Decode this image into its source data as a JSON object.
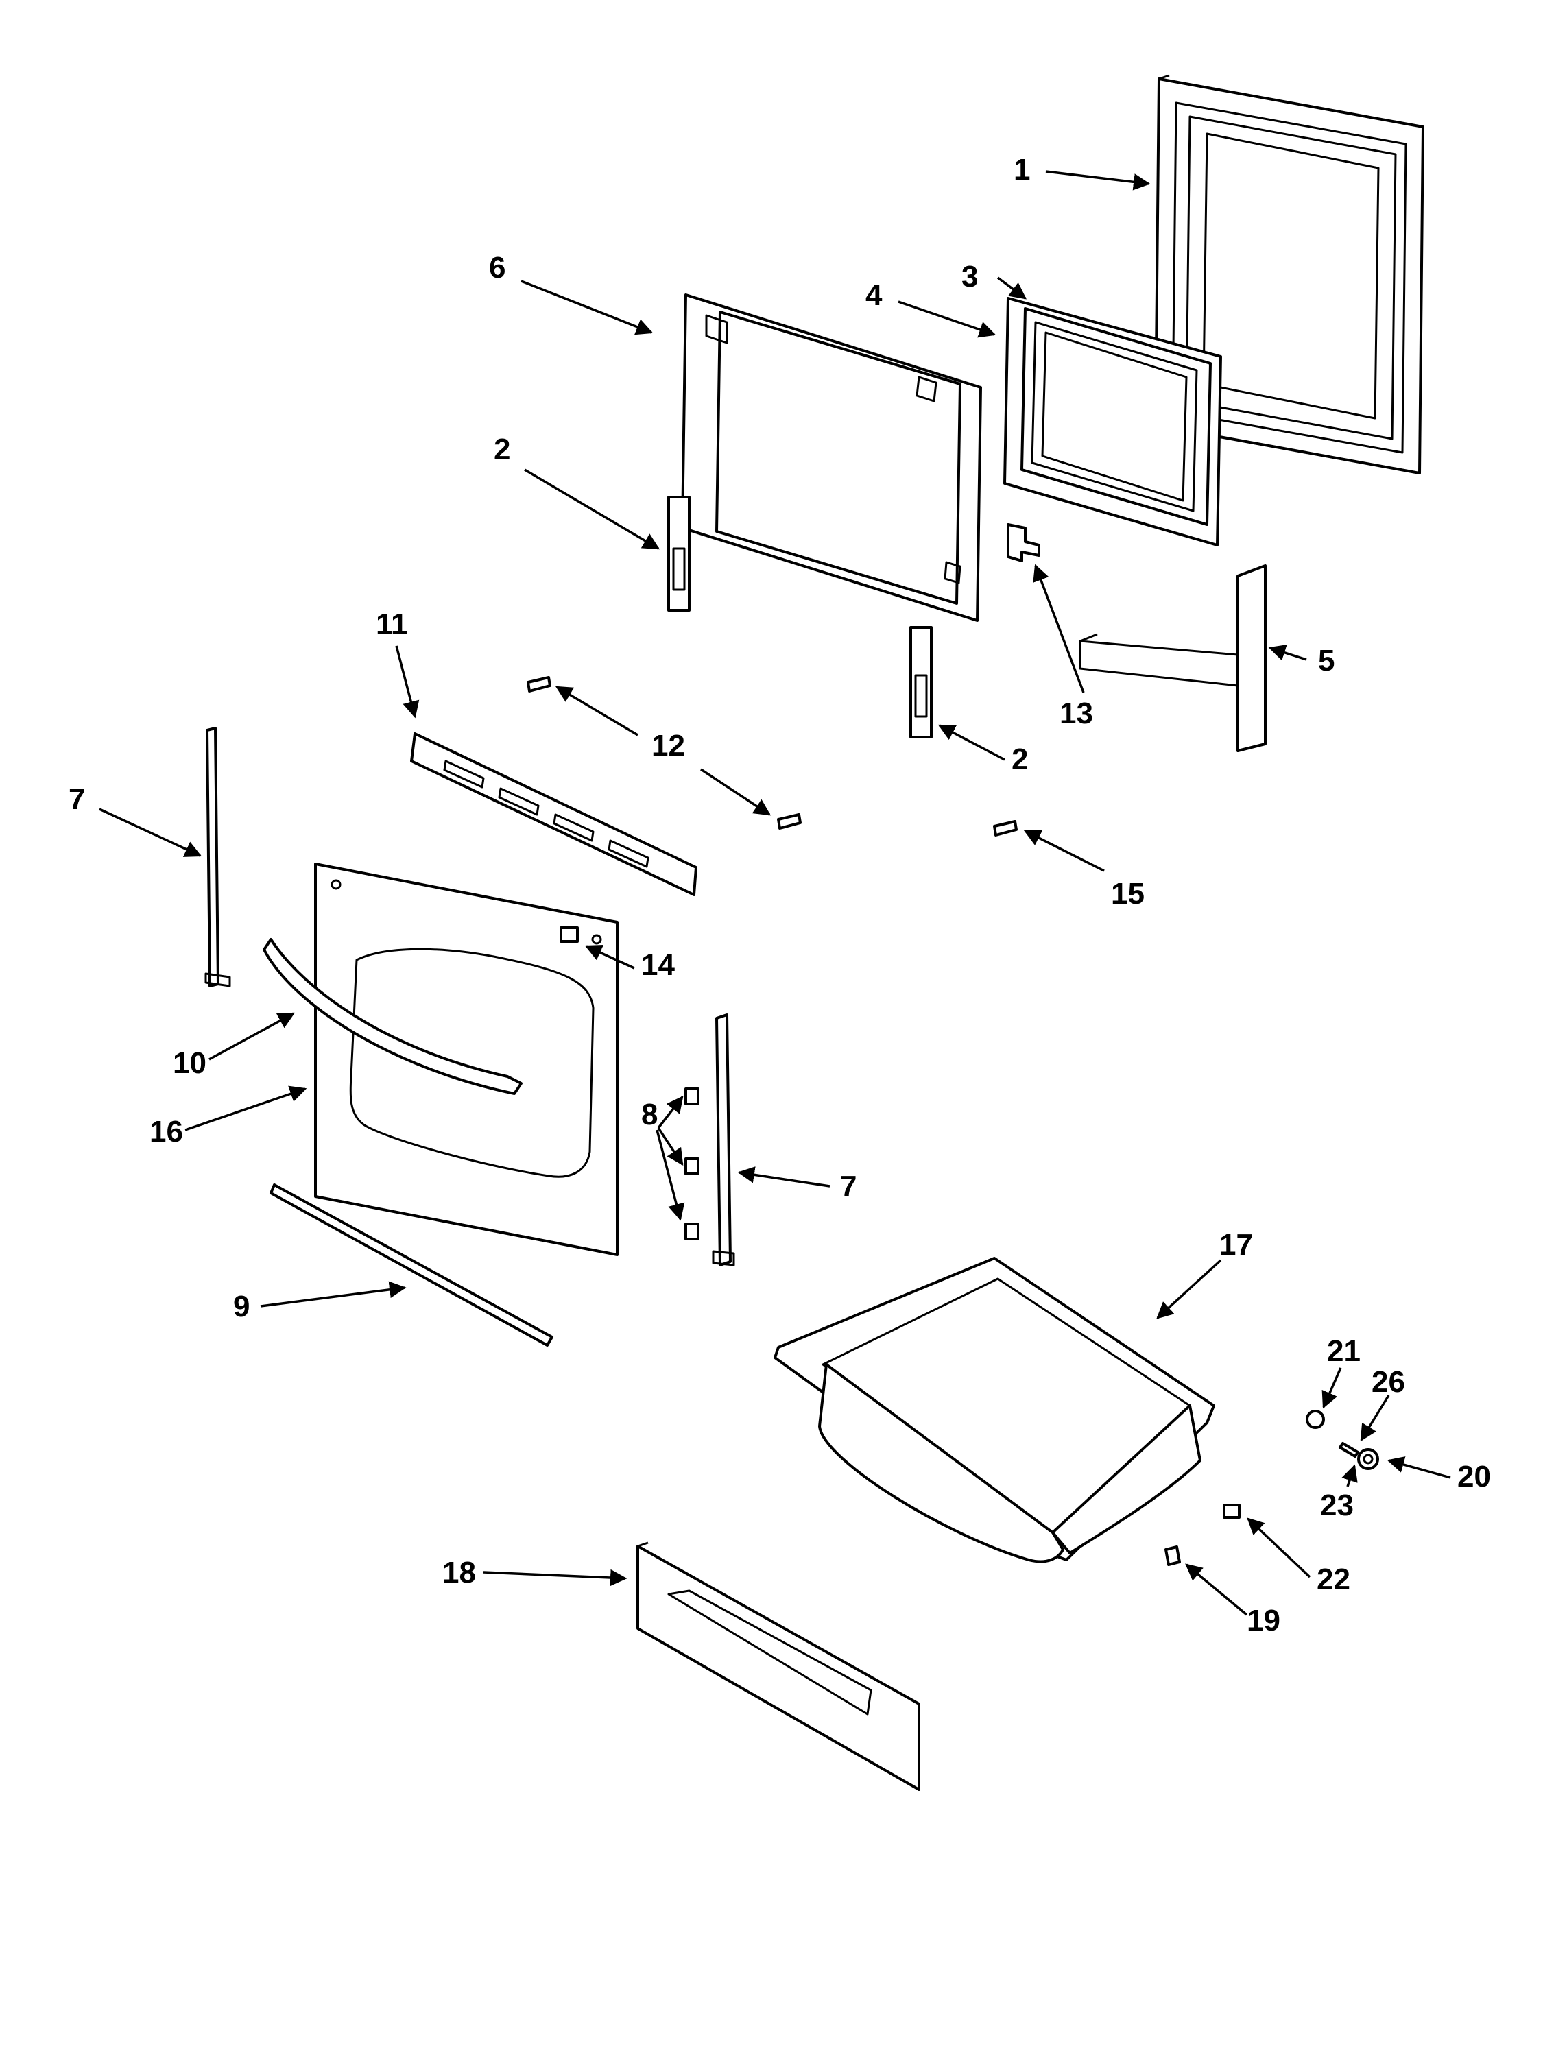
{
  "diagram": {
    "callouts": [
      {
        "id": "c1",
        "label": "1"
      },
      {
        "id": "c3",
        "label": "3"
      },
      {
        "id": "c4",
        "label": "4"
      },
      {
        "id": "c6",
        "label": "6"
      },
      {
        "id": "c2a",
        "label": "2"
      },
      {
        "id": "c2b",
        "label": "2"
      },
      {
        "id": "c13",
        "label": "13"
      },
      {
        "id": "c5",
        "label": "5"
      },
      {
        "id": "c11",
        "label": "11"
      },
      {
        "id": "c12",
        "label": "12"
      },
      {
        "id": "c15",
        "label": "15"
      },
      {
        "id": "c7a",
        "label": "7"
      },
      {
        "id": "c14",
        "label": "14"
      },
      {
        "id": "c10",
        "label": "10"
      },
      {
        "id": "c16",
        "label": "16"
      },
      {
        "id": "c8",
        "label": "8"
      },
      {
        "id": "c7b",
        "label": "7"
      },
      {
        "id": "c9",
        "label": "9"
      },
      {
        "id": "c17",
        "label": "17"
      },
      {
        "id": "c21",
        "label": "21"
      },
      {
        "id": "c26",
        "label": "26"
      },
      {
        "id": "c23",
        "label": "23"
      },
      {
        "id": "c20",
        "label": "20"
      },
      {
        "id": "c22",
        "label": "22"
      },
      {
        "id": "c19",
        "label": "19"
      },
      {
        "id": "c18",
        "label": "18"
      }
    ]
  }
}
